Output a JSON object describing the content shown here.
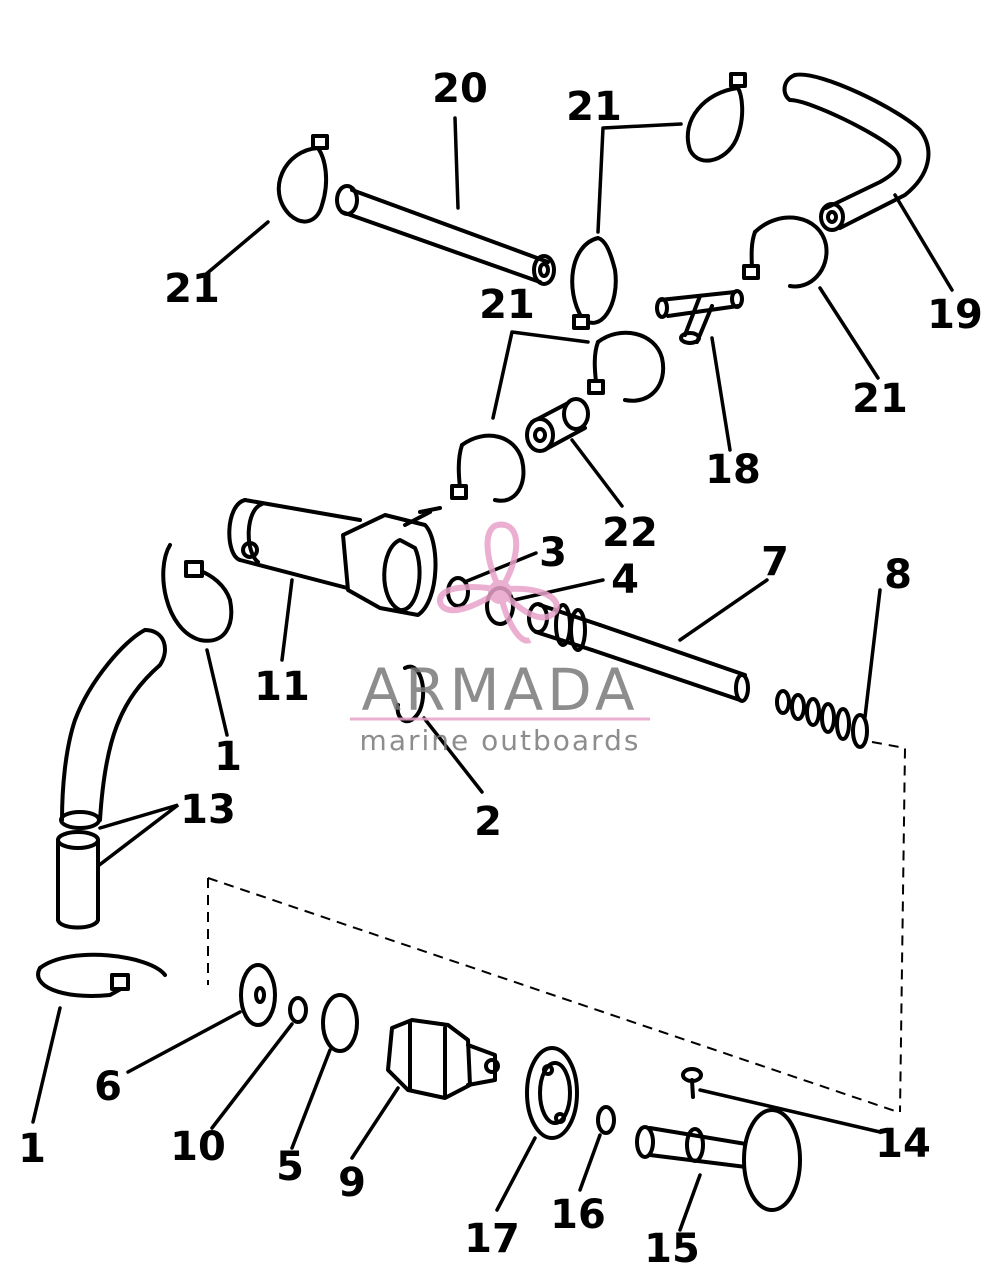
{
  "callouts": {
    "c1": "1",
    "c2": "2",
    "c3": "3",
    "c4": "4",
    "c5": "5",
    "c6": "6",
    "c7": "7",
    "c8": "8",
    "c9": "9",
    "c10": "10",
    "c11": "11",
    "c13": "13",
    "c14": "14",
    "c15": "15",
    "c16": "16",
    "c17": "17",
    "c18": "18",
    "c19": "19",
    "c20": "20",
    "c21": "21",
    "c22": "22"
  },
  "watermark": {
    "brand": "ARMADA",
    "tagline": "marine outboards",
    "accent_color": "#e8a3c9"
  }
}
